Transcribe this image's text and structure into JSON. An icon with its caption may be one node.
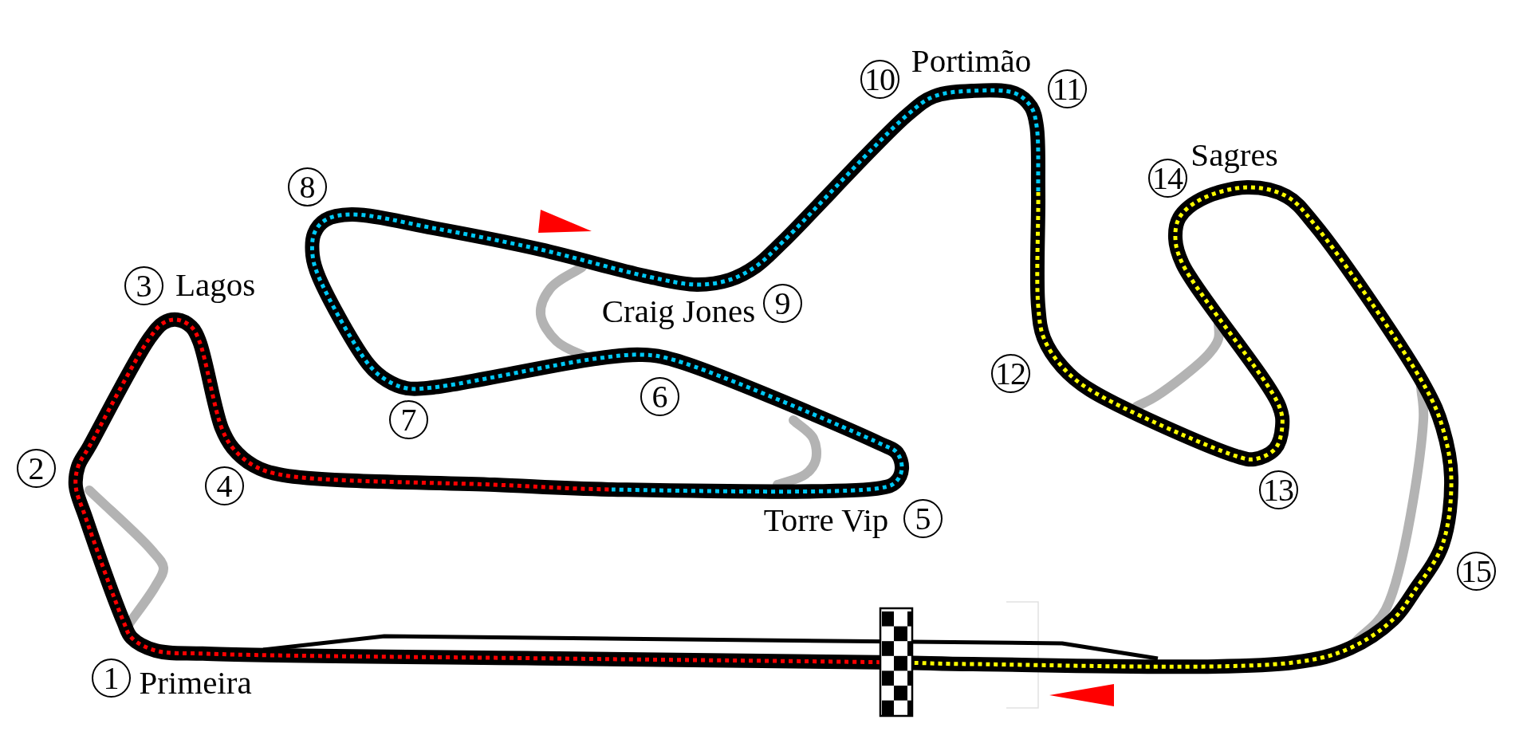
{
  "diagram": {
    "labels": [
      "10",
      "Portimão",
      "11",
      "8",
      "14",
      "Sagres",
      "3",
      "Lagos",
      "Craig Jones",
      "9",
      "12",
      "6",
      "7",
      "2",
      "4",
      "13",
      "Torre Vip",
      "5",
      "15",
      "1",
      "Primeira"
    ]
  }
}
